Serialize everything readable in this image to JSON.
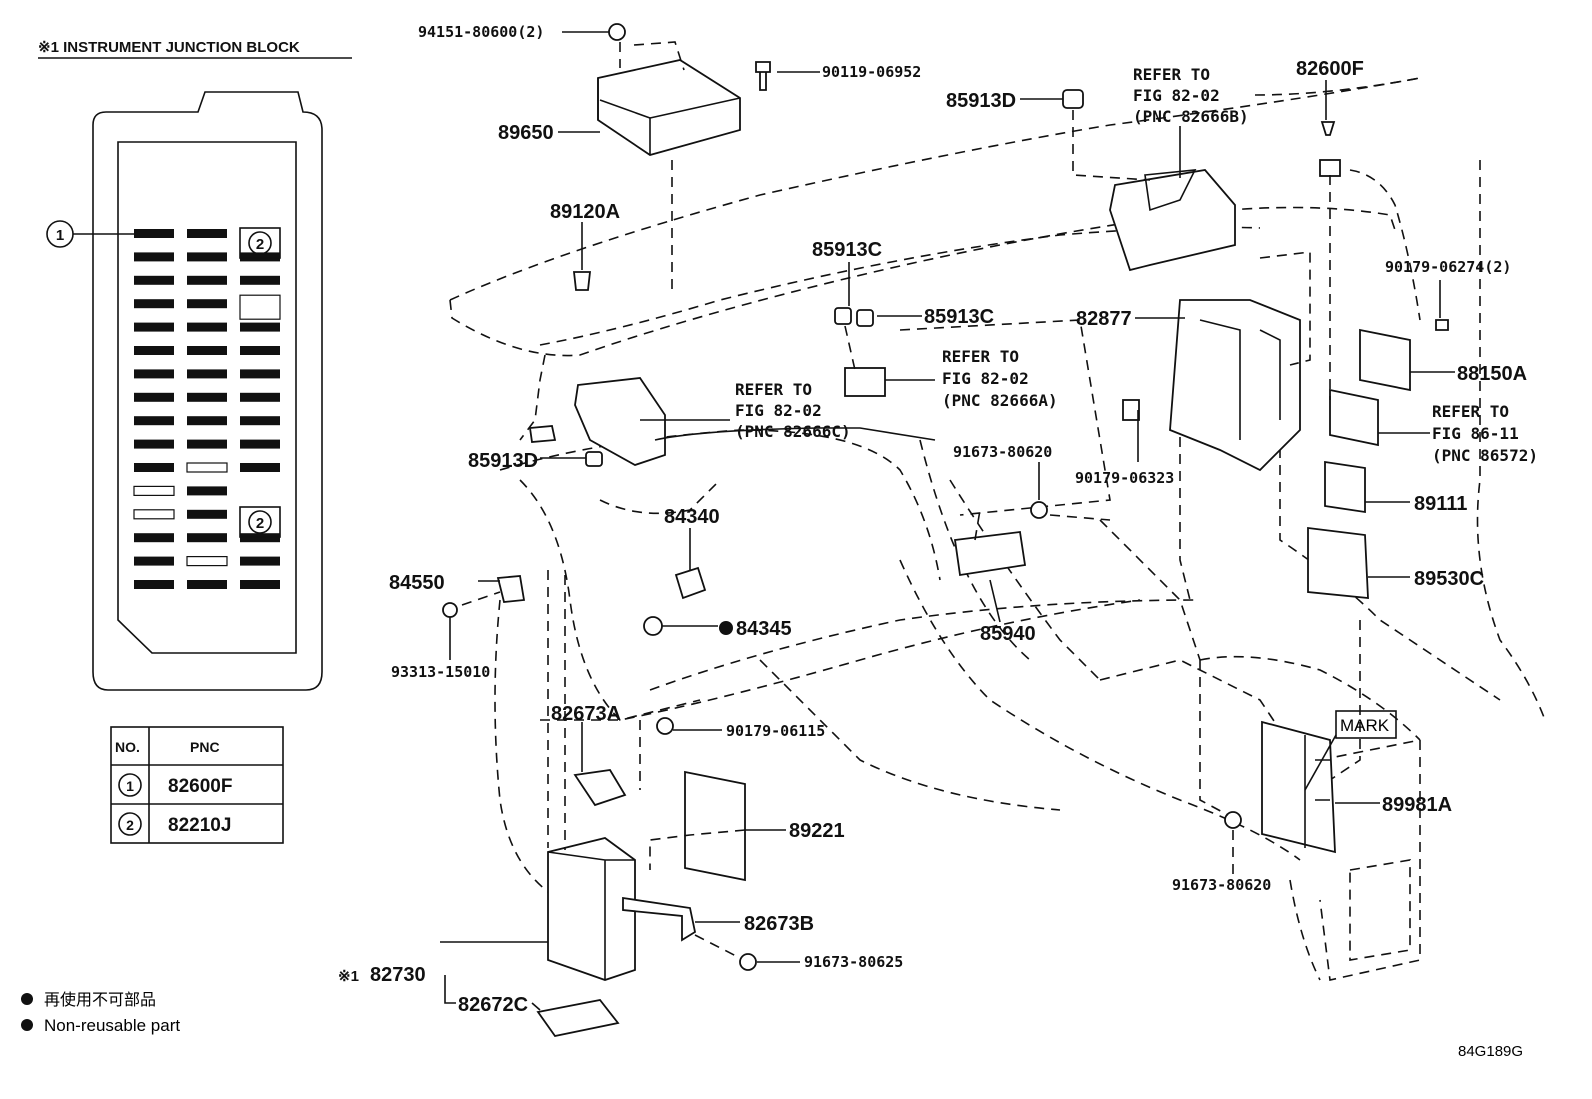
{
  "junction_block": {
    "title": "※1 INSTRUMENT JUNCTION BLOCK",
    "callout_1": "1",
    "callout_2": "2"
  },
  "pnc_table": {
    "header_no": "NO.",
    "header_pnc": "PNC",
    "rows": [
      {
        "no": "1",
        "pnc": "82600F"
      },
      {
        "no": "2",
        "pnc": "82210J"
      }
    ]
  },
  "parts": {
    "p94151": "94151-80600(2)",
    "p90119": "90119-06952",
    "p89650": "89650",
    "p89120A": "89120A",
    "p85913D_top": "85913D",
    "p85913C_a": "85913C",
    "p85913C_b": "85913C",
    "p82600F": "82600F",
    "p82877": "82877",
    "p90179_06274": "90179-06274(2)",
    "p88150A": "88150A",
    "p89111": "89111",
    "p89530C": "89530C",
    "p91673_80620_a": "91673-80620",
    "p90179_06323": "90179-06323",
    "p85913D_left": "85913D",
    "p84340": "84340",
    "p84345": "84345",
    "p84550": "84550",
    "p93313": "93313-15010",
    "p85940": "85940",
    "p82673A": "82673A",
    "p90179_06115": "90179-06115",
    "p89221": "89221",
    "p82673B": "82673B",
    "p91673_80625": "91673-80625",
    "p82730": "82730",
    "p82730_prefix": "※1",
    "p82672C": "82672C",
    "p89981A": "89981A",
    "p91673_80620_b": "91673-80620",
    "mark": "MARK"
  },
  "refer": {
    "r1": [
      "REFER TO",
      "FIG 82-02",
      "(PNC 82666B)"
    ],
    "r2": [
      "REFER TO",
      "FIG 82-02",
      "(PNC 82666A)"
    ],
    "r3": [
      "REFER TO",
      "FIG 82-02",
      "(PNC 82666C)"
    ],
    "r4": [
      "REFER TO",
      "FIG 86-11",
      "(PNC 86572)"
    ]
  },
  "legend": {
    "jp": "再使用不可部品",
    "en": "Non-reusable part"
  },
  "figure_id": "84G189G"
}
